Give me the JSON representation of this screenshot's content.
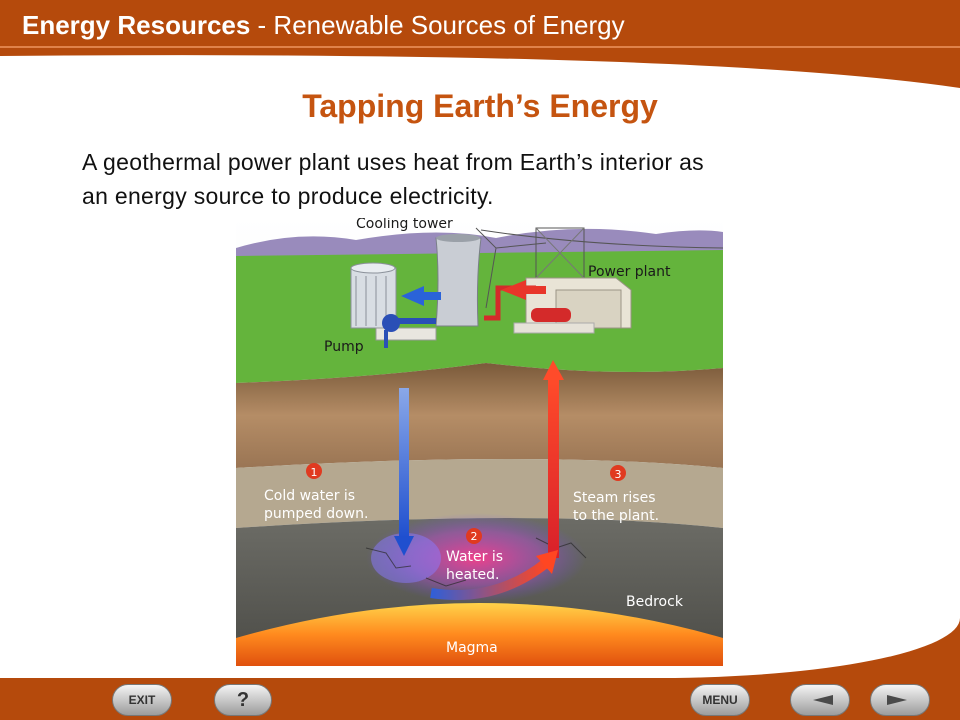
{
  "header": {
    "title_bold": "Energy Resources",
    "title_rest": " - Renewable Sources of Energy"
  },
  "slide": {
    "title": "Tapping Earth’s Energy",
    "body_line1": "A geothermal power plant uses heat from Earth’s interior as",
    "body_line2": "an energy source to produce electricity."
  },
  "diagram": {
    "labels": {
      "cooling_tower": "Cooling tower",
      "power_plant": "Power plant",
      "pump": "Pump",
      "step1_num": "1",
      "step1_line1": "Cold water is",
      "step1_line2": "pumped down.",
      "step2_num": "2",
      "step2_line1": "Water is",
      "step2_line2": "heated.",
      "step3_num": "3",
      "step3_line1": "Steam rises",
      "step3_line2": "to the plant.",
      "bedrock": "Bedrock",
      "magma": "Magma"
    }
  },
  "nav": {
    "exit_label": "EXIT",
    "help_label": "?",
    "menu_label": "MENU"
  },
  "colors": {
    "frame": "#b54a0c",
    "title": "#c55410",
    "badge": "#e03a20"
  }
}
